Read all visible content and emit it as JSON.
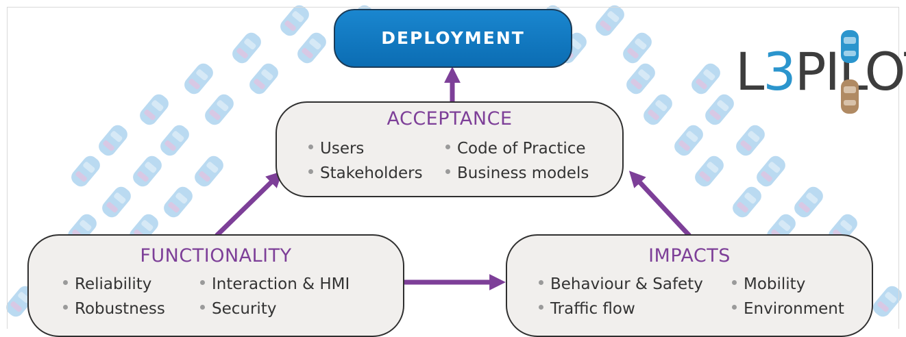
{
  "deployment": {
    "label": "DEPLOYMENT"
  },
  "logo": {
    "prefix": "L",
    "digit": "3",
    "suffix": "PILOT"
  },
  "acceptance": {
    "title": "ACCEPTANCE",
    "items": [
      "Users",
      "Code of Practice",
      "Stakeholders",
      "Business models"
    ]
  },
  "functionality": {
    "title": "FUNCTIONALITY",
    "items": [
      "Reliability",
      "Interaction & HMI",
      "Robustness",
      "Security"
    ]
  },
  "impacts": {
    "title": "IMPACTS",
    "items": [
      "Behaviour & Safety",
      "Mobility",
      "Traffic flow",
      "Environment"
    ]
  },
  "colors": {
    "accent_purple": "#7d3f98",
    "deployment_blue": "#0b79c1",
    "car_blue": "#aed4ee",
    "box_fill": "#f1efed"
  }
}
